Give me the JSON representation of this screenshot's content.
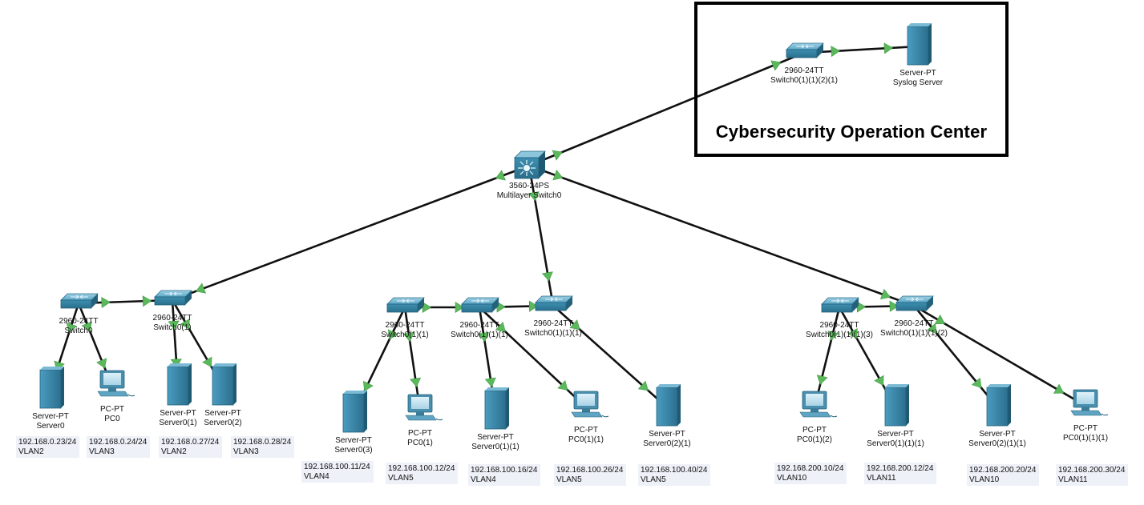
{
  "soc": {
    "title": "Cybersecurity Operation Center"
  },
  "colors": {
    "link": "#111111",
    "link_up": "#5cb85c",
    "device": "#3d8fb1",
    "device_dark": "#2a6f8c",
    "ip_bg": "#eef1f8"
  },
  "devices": {
    "soc_switch": {
      "model": "2960-24TT",
      "name": "Switch0(1)(1)(2)(1)",
      "icon": "switch-icon"
    },
    "syslog": {
      "model": "Server-PT",
      "name": "Syslog Server",
      "icon": "server-icon"
    },
    "mls": {
      "model": "3560-24PS",
      "name": "Multilayer Switch0",
      "icon": "multilayer-switch-icon"
    },
    "sw0": {
      "model": "2960-24TT",
      "name": "Switch0",
      "icon": "switch-icon"
    },
    "sw01": {
      "model": "2960-24TT",
      "name": "Switch0(1)",
      "icon": "switch-icon"
    },
    "sw011": {
      "model": "2960-24TT",
      "name": "Switch0(1)(1)",
      "icon": "switch-icon"
    },
    "sw01111": {
      "model": "2960-24TT",
      "name": "Switch0(1)(1)(1)",
      "icon": "switch-icon"
    },
    "sw0111": {
      "model": "2960-24TT",
      "name": "Switch0(1)(1)(1)",
      "icon": "switch-icon"
    },
    "sw_r1": {
      "model": "2960-24TT",
      "name": "Switch0(1)(1)(1)(3)",
      "icon": "switch-icon"
    },
    "sw_r2": {
      "model": "2960-24TT",
      "name": "Switch0(1)(1)(1)(2)",
      "icon": "switch-icon"
    },
    "server0": {
      "model": "Server-PT",
      "name": "Server0",
      "icon": "server-icon"
    },
    "pc0": {
      "model": "PC-PT",
      "name": "PC0",
      "icon": "pc-icon"
    },
    "server01": {
      "model": "Server-PT",
      "name": "Server0(1)",
      "icon": "server-icon"
    },
    "server02": {
      "model": "Server-PT",
      "name": "Server0(2)",
      "icon": "server-icon"
    },
    "server03": {
      "model": "Server-PT",
      "name": "Server0(3)",
      "icon": "server-icon"
    },
    "pc01": {
      "model": "PC-PT",
      "name": "PC0(1)",
      "icon": "pc-icon"
    },
    "server011": {
      "model": "Server-PT",
      "name": "Server0(1)(1)",
      "icon": "server-icon"
    },
    "pc011": {
      "model": "PC-PT",
      "name": "PC0(1)(1)",
      "icon": "pc-icon"
    },
    "server021": {
      "model": "Server-PT",
      "name": "Server0(2)(1)",
      "icon": "server-icon"
    },
    "pc012": {
      "model": "PC-PT",
      "name": "PC0(1)(2)",
      "icon": "pc-icon"
    },
    "server0111": {
      "model": "Server-PT",
      "name": "Server0(1)(1)(1)",
      "icon": "server-icon"
    },
    "server0211": {
      "model": "Server-PT",
      "name": "Server0(2)(1)(1)",
      "icon": "server-icon"
    },
    "pc0111": {
      "model": "PC-PT",
      "name": "PC0(1)(1)(1)",
      "icon": "pc-icon"
    }
  },
  "ip_labels": [
    {
      "ip": "192.168.0.23/24",
      "vlan": "VLAN2"
    },
    {
      "ip": "192.168.0.24/24",
      "vlan": "VLAN3"
    },
    {
      "ip": "192.168.0.27/24",
      "vlan": "VLAN2"
    },
    {
      "ip": "192.168.0.28/24",
      "vlan": "VLAN3"
    },
    {
      "ip": "192.168.100.11/24",
      "vlan": "VLAN4"
    },
    {
      "ip": "192.168.100.12/24",
      "vlan": "VLAN5"
    },
    {
      "ip": "192.168.100.16/24",
      "vlan": "VLAN4"
    },
    {
      "ip": "192.168.100.26/24",
      "vlan": "VLAN5"
    },
    {
      "ip": "192.168.100.40/24",
      "vlan": "VLAN5"
    },
    {
      "ip": "192.168.200.10/24",
      "vlan": "VLAN10"
    },
    {
      "ip": "192.168.200.12/24",
      "vlan": "VLAN11"
    },
    {
      "ip": "192.168.200.20/24",
      "vlan": "VLAN10"
    },
    {
      "ip": "192.168.200.30/24",
      "vlan": "VLAN11"
    }
  ]
}
